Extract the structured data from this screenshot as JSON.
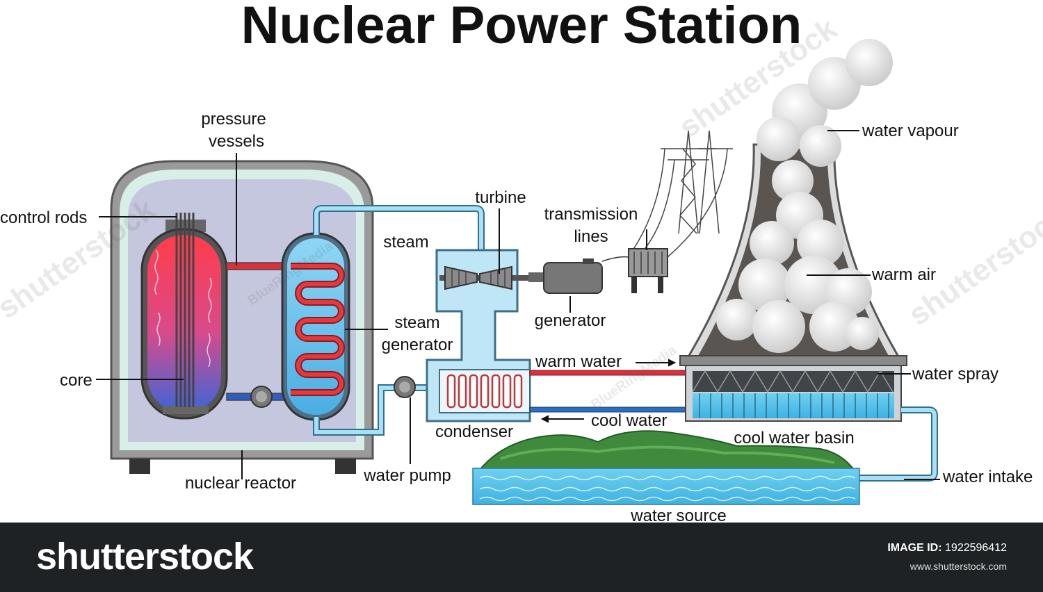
{
  "title": "Nuclear Power Station",
  "labels": {
    "control_rods": "control rods",
    "pressure_vessels_1": "pressure",
    "pressure_vessels_2": "vessels",
    "core": "core",
    "nuclear_reactor": "nuclear reactor",
    "steam": "steam",
    "steam_generator_1": "steam",
    "steam_generator_2": "generator",
    "turbine": "turbine",
    "transmission_lines_1": "transmission",
    "transmission_lines_2": "lines",
    "generator": "generator",
    "water_vapour": "water vapour",
    "warm_air": "warm air",
    "warm_water": "warm water",
    "water_spray": "water spray",
    "cool_water": "cool water",
    "condenser": "condenser",
    "cool_water_basin": "cool water basin",
    "water_pump": "water pump",
    "water_intake": "water intake",
    "water_source": "water source"
  },
  "watermarks": {
    "shutterstock": "shutterstock",
    "bluering": "BlueRingMedia"
  },
  "footer": {
    "brand": "shutterstock",
    "image_id_label": "IMAGE ID:",
    "image_id": "1922596412",
    "site": "www.shutterstock.com"
  },
  "colors": {
    "hot_water": "#d9303c",
    "cool_water": "#2c6fc0",
    "steam_pipe": "#8fd0ef",
    "reactor_shell": "#8a8a8a",
    "tower": "#5a5550",
    "hill": "#3f8a3c",
    "water_source": "#5bc6ea"
  }
}
